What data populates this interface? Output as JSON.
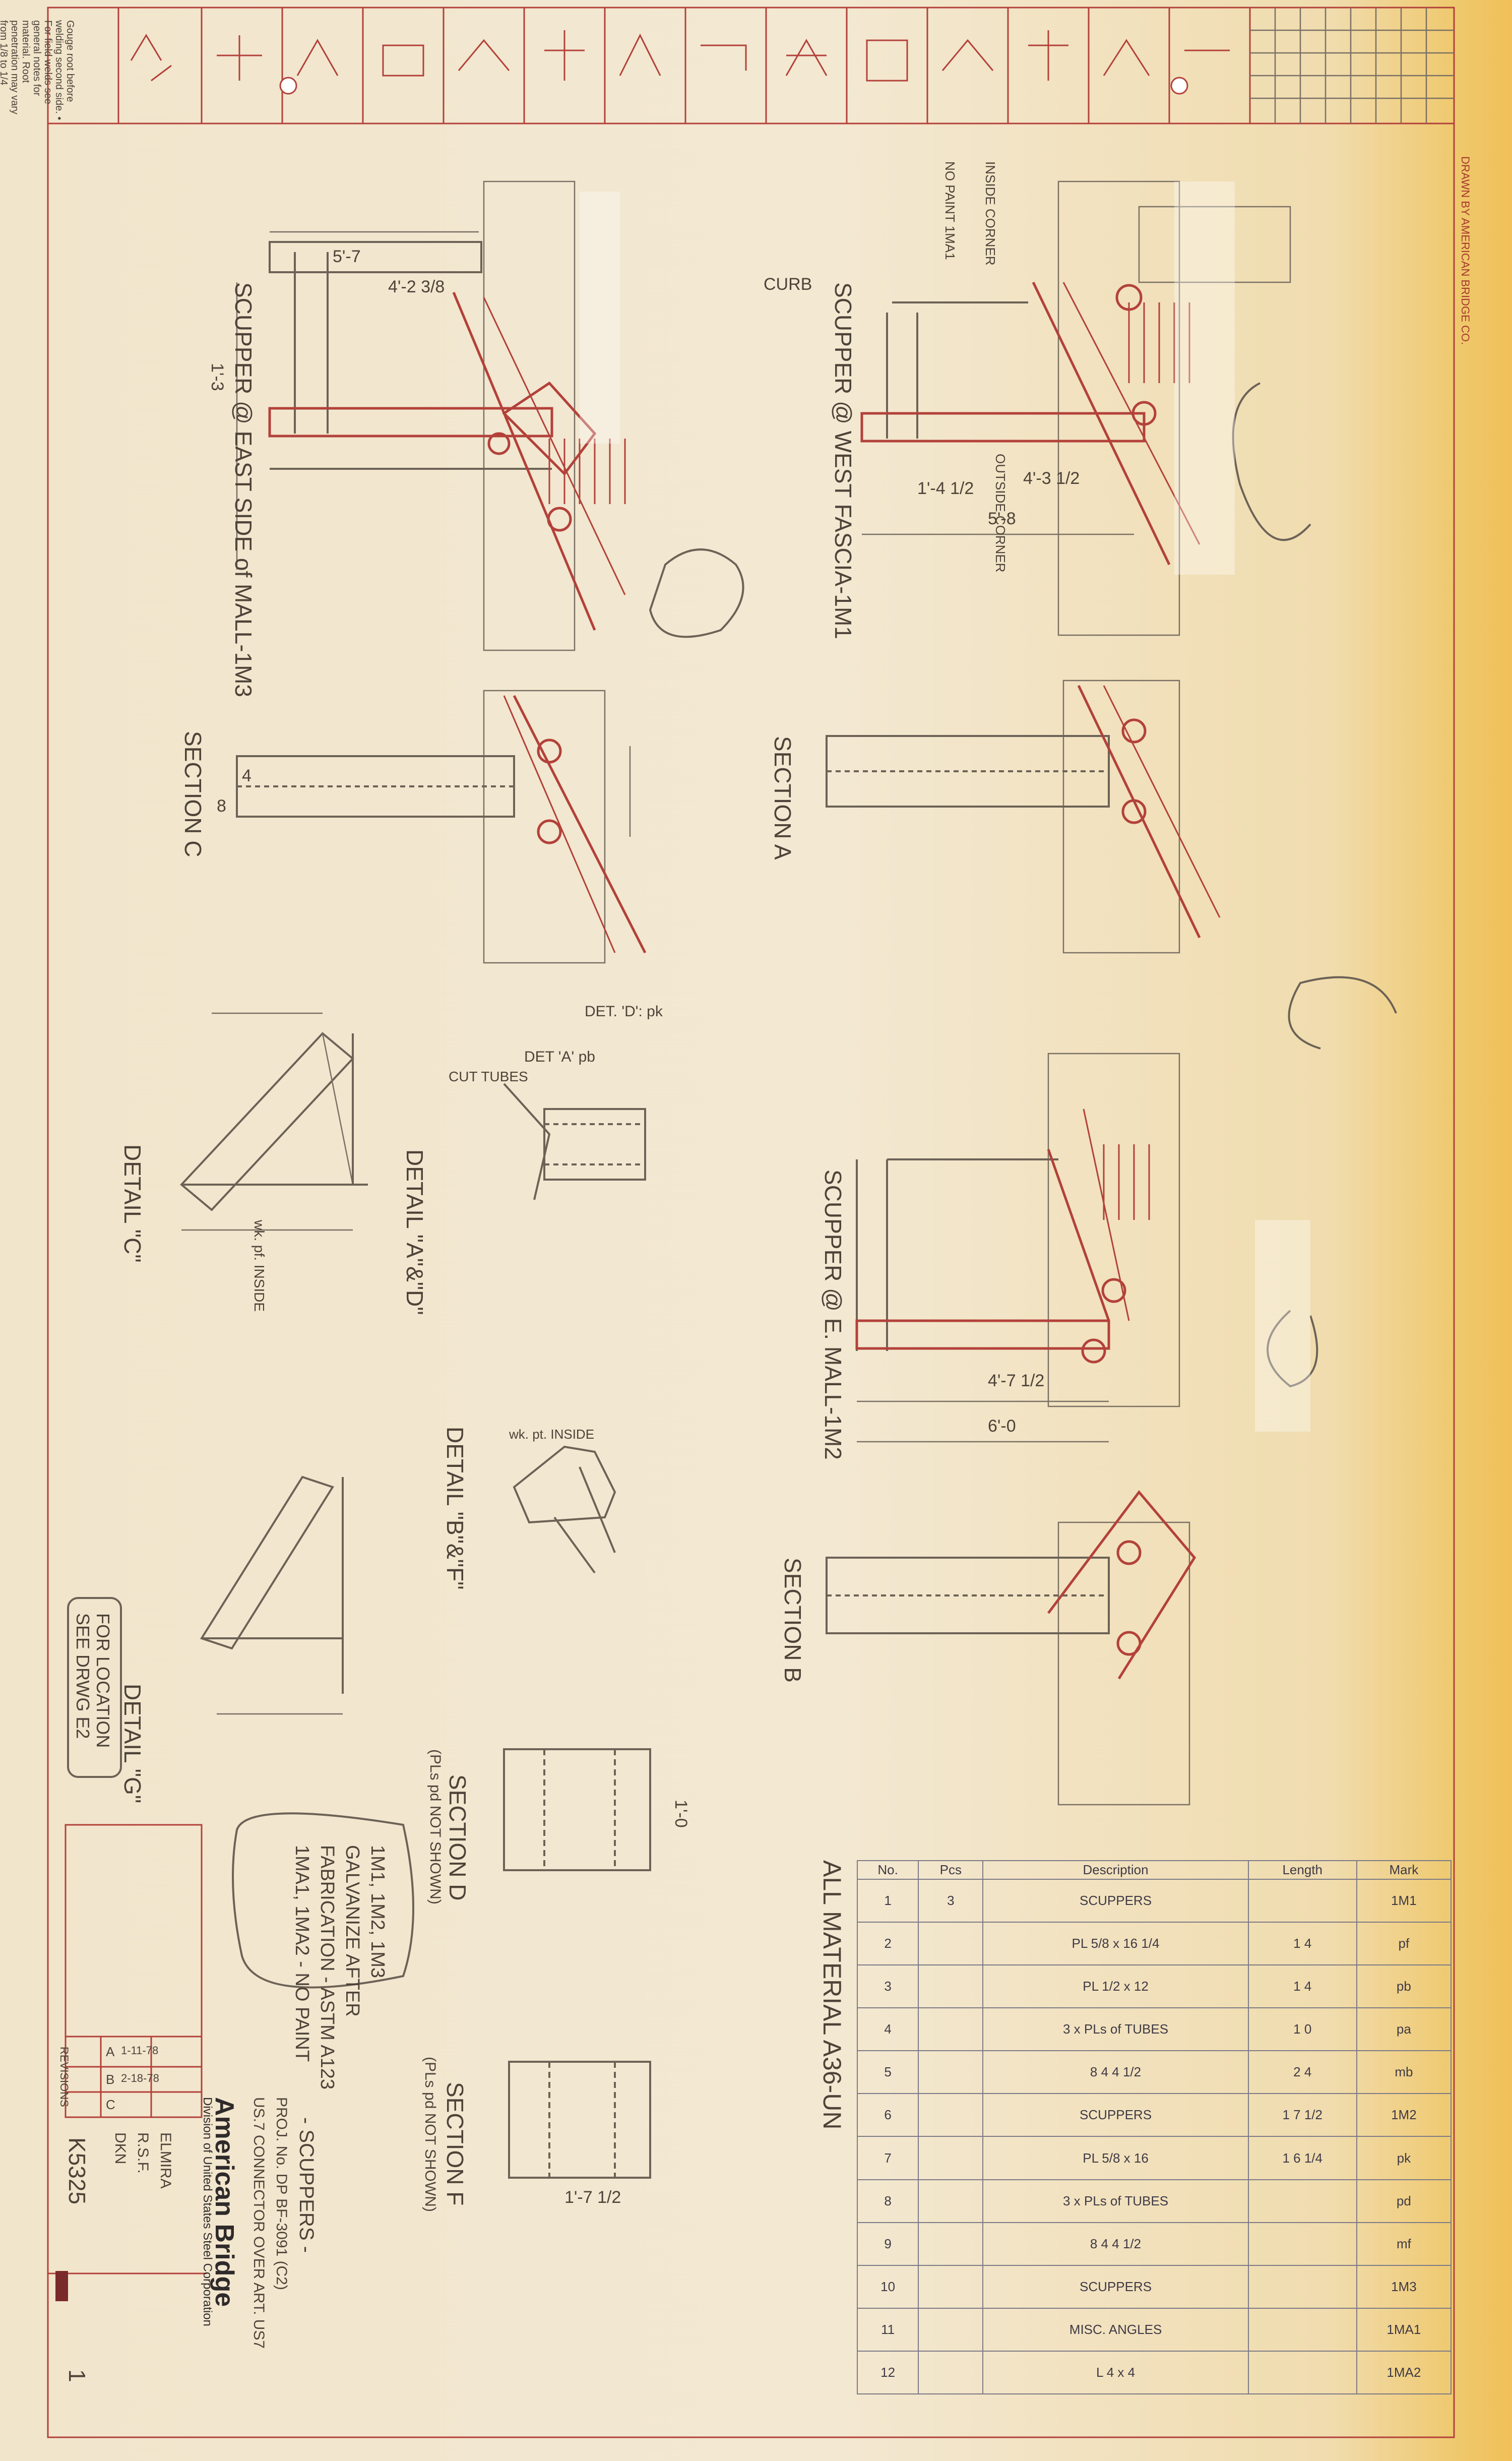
{
  "weld_symbol_strip": {
    "side_note": "Gouge root before welding second side. • For field welds see general notes for material. Root penetration may vary from 1/8 to 1/4"
  },
  "labels": {
    "detail_top_right_vertical": "DRAWN BY AMERICAN BRIDGE CO.",
    "scupper_east": "SCUPPER @ EAST SIDE of MALL-1M3",
    "scupper_west": "SCUPPER @ WEST FASCIA-1M1",
    "scupper_emall": "SCUPPER @ E. MALL-1M2",
    "section_c": "SECTION C",
    "section_a": "SECTION A",
    "section_b": "SECTION B",
    "section_d": "SECTION D",
    "section_f": "SECTION F",
    "detail_c": "DETAIL \"C\"",
    "detail_a_d": "DETAIL \"A\"&\"D\"",
    "detail_b_f": "DETAIL \"B\"&\"F\"",
    "detail_g": "DETAIL \"G\"",
    "ps_not_shown_d": "(PLs pd NOT SHOWN)",
    "ps_not_shown_f": "(PLs pd NOT SHOWN)",
    "for_location": "FOR LOCATION",
    "see_drwg": "SEE DRWG E2",
    "galvanize_note_1": "1M1, 1M2, 1M3",
    "galvanize_note_2": "GALVANIZE AFTER",
    "galvanize_note_3": "FABRICATION - ASTM A123",
    "galvanize_note_4": "1MA1, 1MA2 - NO PAINT",
    "all_material": "ALL MATERIAL A36-UN",
    "curb": "CURB",
    "no_paint": "NO PAINT 1MA1",
    "inside_corner": "INSIDE CORNER",
    "outside_corner": "OUTSIDE CORNER",
    "wk_pf_inside": "wk. pf. INSIDE",
    "cut_tubes": "CUT TUBES",
    "det_a_pb": "DET 'A' pb",
    "det_d_pk": "DET. 'D': pk",
    "wk_pt_inside": "wk. pt. INSIDE",
    "dim_5_7": "5'-7",
    "dim_4_2": "4'-2 3/8",
    "dim_1_3": "1'-3",
    "dim_5_8": "5'-8",
    "dim_4_3": "4'-3 1/2",
    "dim_1_4_half": "1'-4 1/2",
    "dim_6_0": "6'-0",
    "dim_4_7": "4'-7 1/2",
    "dim_1_10": "1'-0",
    "dim_1_7": "1'-7 1/2",
    "dim_8": "8",
    "dim_4": "4"
  },
  "revisions": {
    "title": "REVISIONS",
    "rows": [
      {
        "letter": "A",
        "date": "1-11-78"
      },
      {
        "letter": "B",
        "date": "2-18-78"
      },
      {
        "letter": "C",
        "date": ""
      }
    ]
  },
  "title_block": {
    "brand": "American Bridge",
    "brand_sub": "Division of United States Steel Corporation",
    "project": "- SCUPPERS -",
    "drawing_no": "K5325",
    "sheet": "1",
    "division": "ELMIRA",
    "made_by": "R.S.F.",
    "checked_by": "DKN",
    "order_note": "PROJ. No. DP BF-3091 (C2)",
    "conn_note": "US.7 CONNECTOR OVER ART. US7"
  },
  "bill_of_material": {
    "header": [
      "No.",
      "Pcs",
      "Description",
      "Length",
      "Mark"
    ],
    "rows": [
      [
        "1",
        "3",
        "SCUPPERS",
        "",
        "1M1"
      ],
      [
        "2",
        "",
        "PL 5/8 x 16 1/4",
        "1 4",
        "pf"
      ],
      [
        "3",
        "",
        "PL 1/2 x 12",
        "1 4",
        "pb"
      ],
      [
        "4",
        "",
        "3 x PLs of TUBES",
        "1 0",
        "pa"
      ],
      [
        "5",
        "",
        "8 4 4 1/2",
        "2 4",
        "mb"
      ],
      [
        "6",
        "",
        "SCUPPERS",
        "1 7 1/2",
        "1M2"
      ],
      [
        "7",
        "",
        "PL 5/8 x 16",
        "1 6 1/4",
        "pk"
      ],
      [
        "8",
        "",
        "3 x PLs of TUBES",
        "",
        "pd"
      ],
      [
        "9",
        "",
        "8 4 4 1/2",
        "",
        "mf"
      ],
      [
        "10",
        "",
        "SCUPPERS",
        "",
        "1M3"
      ],
      [
        "11",
        "",
        "MISC. ANGLES",
        "",
        "1MA1"
      ],
      [
        "12",
        "",
        "L 4 x 4",
        "",
        "1MA2"
      ]
    ]
  }
}
